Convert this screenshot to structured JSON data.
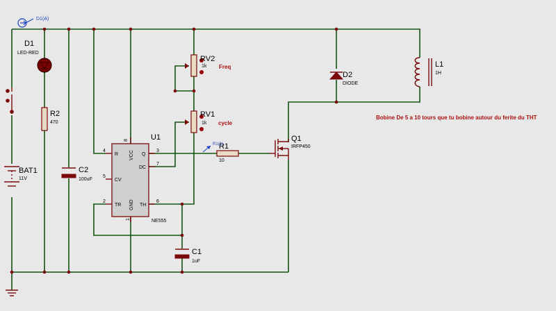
{
  "components": {
    "probe": {
      "ref": "D1(A)"
    },
    "d1": {
      "ref": "D1",
      "value": "LED-RED"
    },
    "r2": {
      "ref": "R2",
      "value": "470"
    },
    "bat1": {
      "ref": "BAT1",
      "value": "11V"
    },
    "c2": {
      "ref": "C2",
      "value": "100uF"
    },
    "u1": {
      "ref": "U1",
      "value": "NE555",
      "pins": {
        "r": "R",
        "vcc": "VCC",
        "q": "Q",
        "dc": "DC",
        "cv": "CV",
        "tr": "TR",
        "gnd": "GND",
        "th": "TH"
      },
      "pin_numbers": {
        "r": "4",
        "vcc": "8",
        "q": "3",
        "dc": "7",
        "cv": "5",
        "tr": "2",
        "gnd": "1",
        "th": "6"
      }
    },
    "rv2": {
      "ref": "RV2",
      "value": "1k",
      "note": "Freq"
    },
    "rv1": {
      "ref": "RV1",
      "value": "1k",
      "note": "cycle"
    },
    "r1": {
      "ref": "R1",
      "value": "10",
      "probe": "R1(1)"
    },
    "q1": {
      "ref": "Q1",
      "value": "IRFP450"
    },
    "d2": {
      "ref": "D2",
      "value": "DIODE"
    },
    "l1": {
      "ref": "L1",
      "value": "1H"
    },
    "c1": {
      "ref": "C1",
      "value": "1uF"
    }
  },
  "annotation": "Bobine De 5 a 10 tours que tu bobine autour du ferite du THT",
  "colors": {
    "background": "#e8e8e8",
    "wire": "#145214",
    "component": "#7a0a0a",
    "annotation": "#aa1111",
    "probe": "#1a3fbf",
    "ic_fill": "#cfcfcf",
    "led": "#7a0000"
  }
}
